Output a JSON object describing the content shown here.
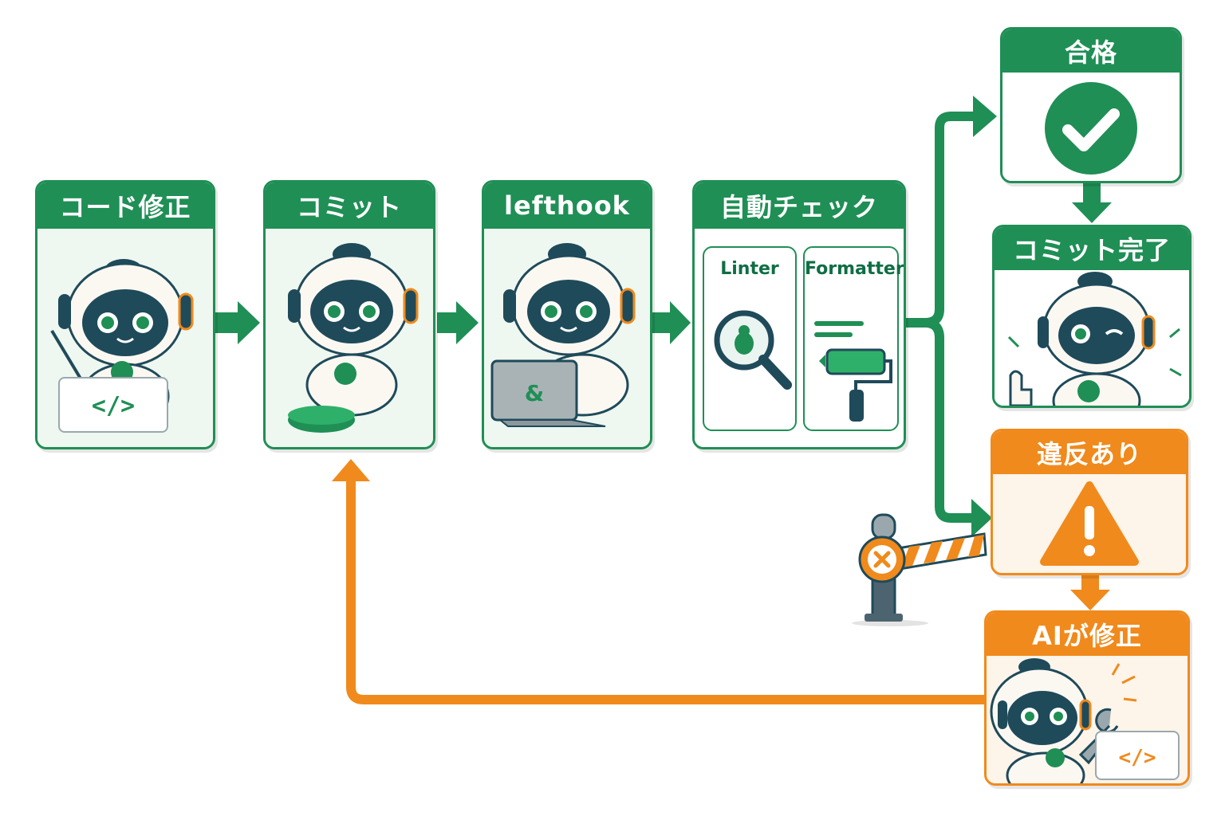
{
  "steps": [
    {
      "label": "コード修正"
    },
    {
      "label": "コミット"
    },
    {
      "label": "lefthook"
    },
    {
      "label": "自動チェック"
    }
  ],
  "checks": {
    "linter": "Linter",
    "formatter": "Formatter"
  },
  "outcomes": {
    "pass": "合格",
    "commit_done": "コミット完了",
    "violation": "違反あり",
    "ai_fix": "AIが修正"
  },
  "colors": {
    "green": "#1f8f55",
    "orange": "#f08a1c",
    "navy": "#1f4a5a"
  },
  "icons": [
    "code-icon",
    "laptop-icon",
    "bug-magnifier-icon",
    "paint-roller-icon",
    "check-circle-icon",
    "warning-triangle-icon",
    "barrier-icon",
    "wrench-icon",
    "robot-icon"
  ]
}
